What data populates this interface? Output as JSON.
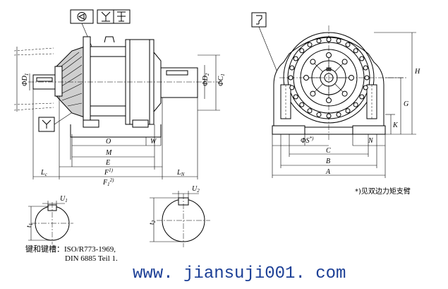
{
  "dimensions": {
    "D1": "ΦD",
    "D1_sub": "1",
    "D2": "ΦD",
    "D2_sub": "2",
    "C1": "ΦC",
    "C1_sub": "1",
    "O": "O",
    "W": "W",
    "M": "M",
    "E": "E",
    "F1": "F",
    "F1_sup": "1)",
    "F2": "F",
    "F2_sub": "1",
    "F2_sup": "2)",
    "Lc": "L",
    "Lc_sub": "c",
    "LN": "L",
    "LN_sub": "N",
    "S": "ΦS",
    "S_sup": "*)",
    "N": "N",
    "C": "C",
    "B": "B",
    "A": "A",
    "H": "H",
    "G": "G",
    "K": "K",
    "U1": "U",
    "U1_sub": "1",
    "U2": "U",
    "U2_sub": "2",
    "t1": "t",
    "t1_sub": "1",
    "t2": "t",
    "t2_sub": "2"
  },
  "notes": {
    "torque_arm": "*)见双边力矩支臂",
    "key_label": "键和键槽：ISO/R773-1969,",
    "key_std2": "DIN 6885 Teil 1."
  },
  "watermark": "www. jiansuji001. com"
}
